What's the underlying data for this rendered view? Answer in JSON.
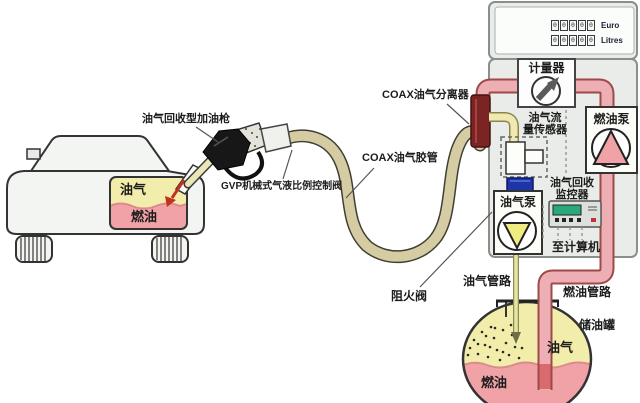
{
  "diagram": {
    "car": {
      "tank_vapor_label": "油气",
      "tank_fuel_label": "燃油"
    },
    "nozzle_label": "油气回收型加油枪",
    "gvp_valve_label": "GVP机械式气液比例控制阀",
    "hose_label": "COAX油气胶管",
    "separator_label": "COAX油气分离器",
    "dispenser": {
      "display": {
        "rows": [
          {
            "digits": "00000",
            "label": "Euro"
          },
          {
            "digits": "00000",
            "label": "Litres"
          }
        ]
      },
      "meter_label": "计量器",
      "flow_sensor_label": [
        "油气流",
        "量传感器"
      ],
      "fuel_pump_label": "燃油泵",
      "monitor_label": [
        "油气回收",
        "监控器"
      ],
      "vapor_pump_label": "油气泵",
      "to_computer_label": "至计算机"
    },
    "flame_arrestor_label": "阻火阀",
    "vapor_pipeline_label": "油气管路",
    "fuel_pipeline_label": "燃油管路",
    "tank": {
      "name_label": "储油罐",
      "vapor_label": "油气",
      "fuel_label": "燃油"
    }
  },
  "colors": {
    "vapor_yellow": "#f2edaa",
    "fuel_pink": "#f0a2a6",
    "pipe_pink": "#eeafb4",
    "separator_dark_red": "#7c2424",
    "hose_tan": "#d6cca3",
    "coupling_blue": "#1c35a8",
    "monitor_screen_green": "#2aa87a",
    "cabinet_gray": "#e9ece8",
    "arrow_red": "#c23222"
  }
}
